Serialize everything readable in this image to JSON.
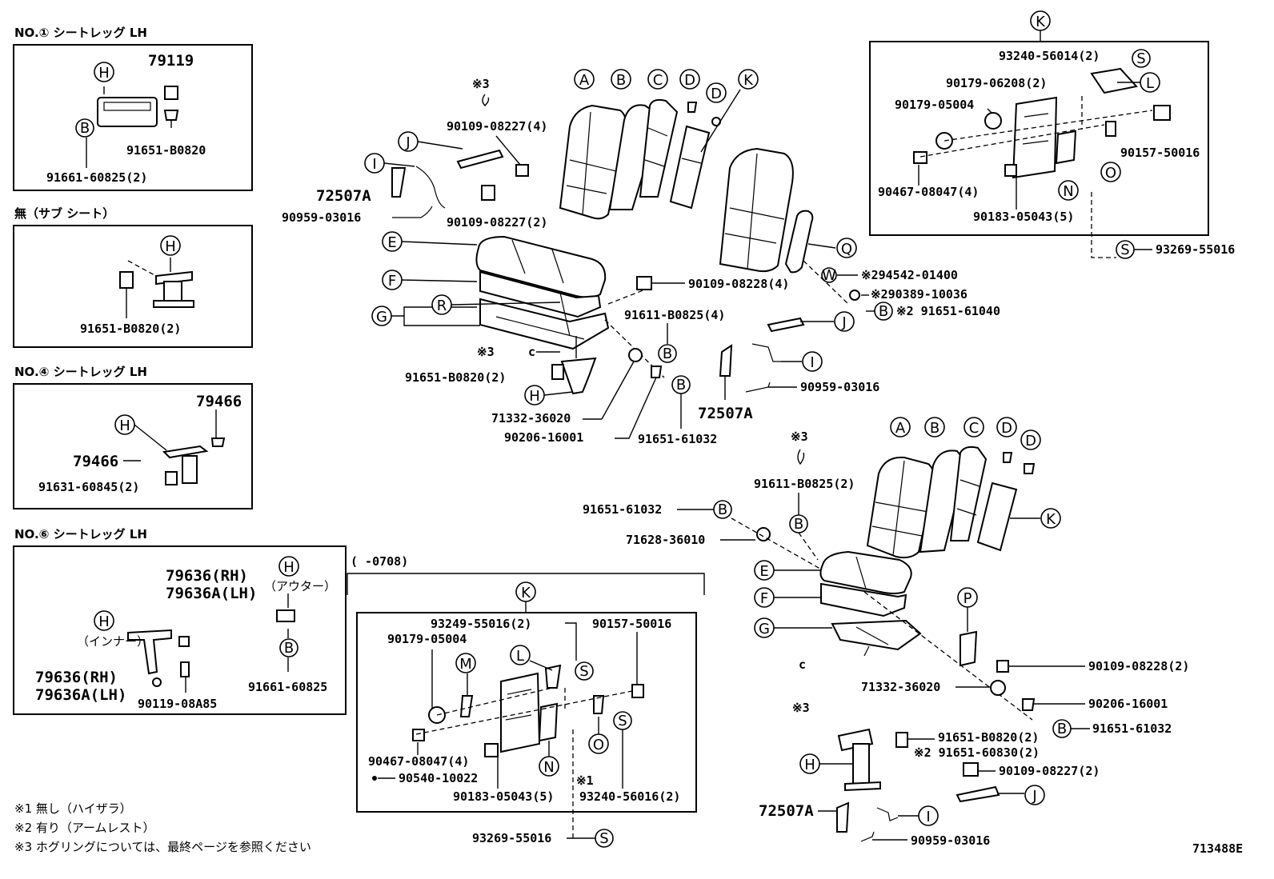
{
  "headers": {
    "inset1": "NO.① シートレッグ LH",
    "inset2": "無（サブ シート）",
    "inset3": "NO.④ シートレッグ LH",
    "inset4": "NO.⑥ シートレッグ LH",
    "date_range": "(      -0708)"
  },
  "parts": {
    "p79119": "79119",
    "p91651_B0820": "91651-B0820",
    "p91661_60825_2": "91661-60825(2)",
    "p91651_B0820_2": "91651-B0820(2)",
    "p79466": "79466",
    "p91631_60845_2": "91631-60845(2)",
    "p79636_RH": "79636(RH)",
    "p79636A_LH": "79636A(LH)",
    "p90119_08A85": "90119-08A85",
    "p91661_60825": "91661-60825",
    "p90109_08227_4": "90109-08227(4)",
    "p90109_08227_2": "90109-08227(2)",
    "p72507A": "72507A",
    "p90959_03016": "90959-03016",
    "p90109_08228_4": "90109-08228(4)",
    "p91611_B0825_4": "91611-B0825(4)",
    "p71332_36020": "71332-36020",
    "p90206_16001": "90206-16001",
    "p91651_61032": "91651-61032",
    "p93240_56014_2": "93240-56014(2)",
    "p90179_06208_2": "90179-06208(2)",
    "p90179_05004": "90179-05004",
    "p90157_50016": "90157-50016",
    "p90467_08047_4": "90467-08047(4)",
    "p90183_05043_5": "90183-05043(5)",
    "p93269_55016": "93269-55016",
    "p94542_01400": "※294542-01400",
    "p90389_10036": "※290389-10036",
    "p91651_61040": "※2 91651-61040",
    "p91611_B0825_2": "91611-B0825(2)",
    "p71628_36010": "71628-36010",
    "p90109_08228_2": "90109-08228(2)",
    "p91651_60830_2": "※2 91651-60830(2)",
    "p93249_55016_2": "93249-55016(2)",
    "p90540_10022": "90540-10022",
    "p93240_56016_2": "93240-56016(2)",
    "note_ref3": "※3",
    "note_ref1": "※1",
    "hook_mark": "c"
  },
  "callout_letters": {
    "A": "A",
    "B": "B",
    "C": "C",
    "D": "D",
    "E": "E",
    "F": "F",
    "G": "G",
    "H": "H",
    "I": "I",
    "J": "J",
    "K": "K",
    "L": "L",
    "M": "M",
    "N": "N",
    "O": "O",
    "P": "P",
    "Q": "Q",
    "R": "R",
    "S": "S",
    "W": "W"
  },
  "labels": {
    "inner": "（インナー）",
    "outer": "（アウター）"
  },
  "footnotes": [
    "※1  無し（ハイザラ）",
    "※2  有り（アームレスト）",
    "※3  ホグリングについては、最終ページを参照ください"
  ],
  "diagram_id": "713488E"
}
